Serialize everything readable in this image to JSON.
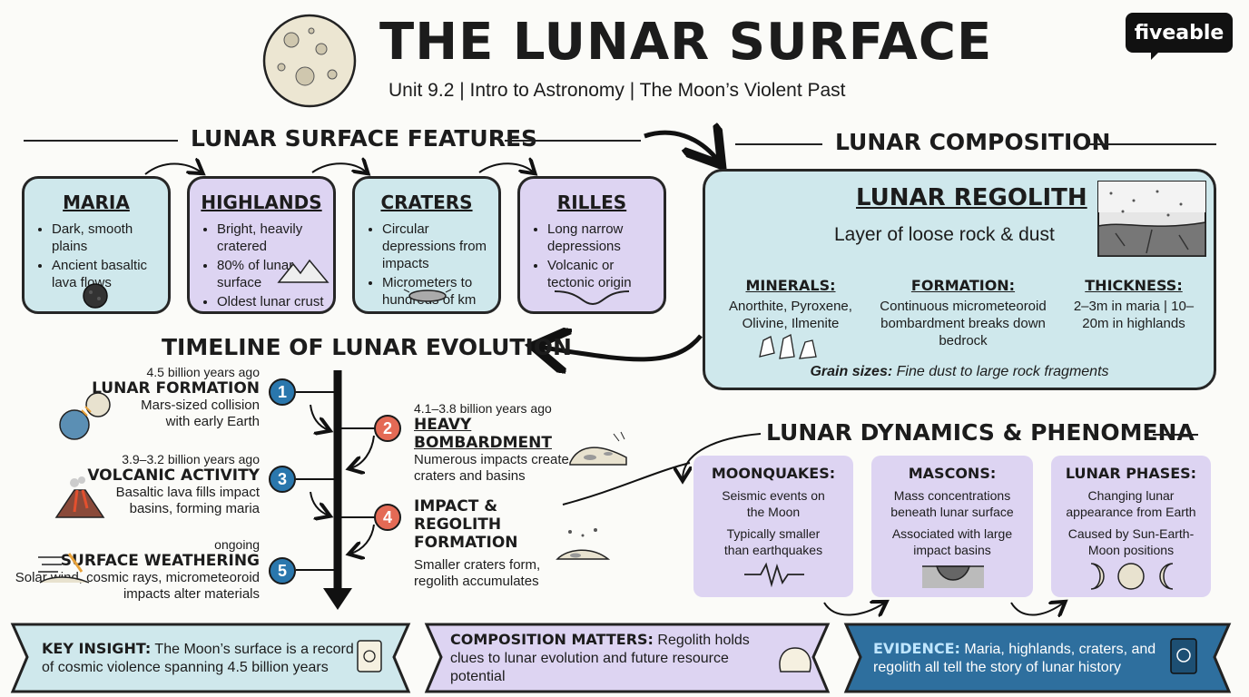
{
  "header": {
    "title": "THE LUNAR SURFACE",
    "subtitle": "Unit 9.2 | Intro to Astronomy | The Moon’s Violent Past",
    "logo": "fiveable"
  },
  "features": {
    "heading": "LUNAR SURFACE FEATURES",
    "cards": [
      {
        "title": "MARIA",
        "items": [
          "Dark, smooth plains",
          "Ancient basaltic lava flows"
        ]
      },
      {
        "title": "HIGHLANDS",
        "items": [
          "Bright, heavily cratered",
          "80% of lunar surface",
          "Oldest lunar crust"
        ]
      },
      {
        "title": "CRATERS",
        "items": [
          "Circular depressions from impacts",
          "Micrometers to hundreds of km"
        ]
      },
      {
        "title": "RILLES",
        "items": [
          "Long narrow depressions",
          "Volcanic or tectonic origin"
        ]
      }
    ]
  },
  "composition": {
    "heading": "LUNAR COMPOSITION",
    "title": "LUNAR REGOLITH",
    "subtitle": "Layer of loose rock & dust",
    "minerals": {
      "title": "MINERALS:",
      "text": "Anorthite, Pyroxene, Olivine, Ilmenite"
    },
    "formation": {
      "title": "FORMATION:",
      "text": "Continuous micrometeoroid bombardment breaks down bedrock"
    },
    "thickness": {
      "title": "THICKNESS:",
      "text": "2–3m in maria | 10–20m in highlands"
    },
    "grain_label": "Grain sizes:",
    "grain_text": "Fine dust to large rock fragments"
  },
  "timeline": {
    "heading": "TIMELINE OF LUNAR EVOLUTION",
    "events": [
      {
        "num": "1",
        "time": "4.5 billion years ago",
        "title": "LUNAR FORMATION",
        "desc": "Mars-sized collision with early Earth"
      },
      {
        "num": "2",
        "time": "4.1–3.8 billion years ago",
        "title": "HEAVY BOMBARDMENT",
        "desc": "Numerous impacts create craters and basins"
      },
      {
        "num": "3",
        "time": "3.9–3.2 billion years ago",
        "title": "VOLCANIC ACTIVITY",
        "desc": "Basaltic lava fills impact basins, forming maria"
      },
      {
        "num": "4",
        "time": "",
        "title": "IMPACT & REGOLITH FORMATION",
        "desc": "Smaller craters form, regolith accumulates"
      },
      {
        "num": "5",
        "time": "ongoing",
        "title": "SURFACE WEATHERING",
        "desc": "Solar wind, cosmic rays, micrometeoroid impacts alter materials"
      }
    ]
  },
  "dynamics": {
    "heading": "LUNAR DYNAMICS & PHENOMENA",
    "cards": [
      {
        "title": "MOONQUAKES:",
        "line1": "Seismic events on the Moon",
        "line2": "Typically smaller than earthquakes"
      },
      {
        "title": "MASCONS:",
        "line1": "Mass concentrations beneath lunar surface",
        "line2": "Associated with large impact basins"
      },
      {
        "title": "LUNAR PHASES:",
        "line1": "Changing lunar appearance from Earth",
        "line2": "Caused by Sun-Earth-Moon positions"
      }
    ]
  },
  "banners": [
    {
      "label": "KEY INSIGHT:",
      "text": "The Moon’s surface is a record of cosmic violence spanning 4.5 billion years"
    },
    {
      "label": "COMPOSITION MATTERS:",
      "text": "Regolith holds clues to lunar evolution and future resource potential"
    },
    {
      "label": "EVIDENCE:",
      "text": "Maria, highlands, craters, and regolith all tell the story of lunar history"
    }
  ],
  "colors": {
    "blue_card": "#cfe8ec",
    "purple_card": "#ddd4f2",
    "timeline_odd": "#2a77ad",
    "timeline_even": "#e46a55",
    "evidence_banner": "#2e6f9e"
  }
}
